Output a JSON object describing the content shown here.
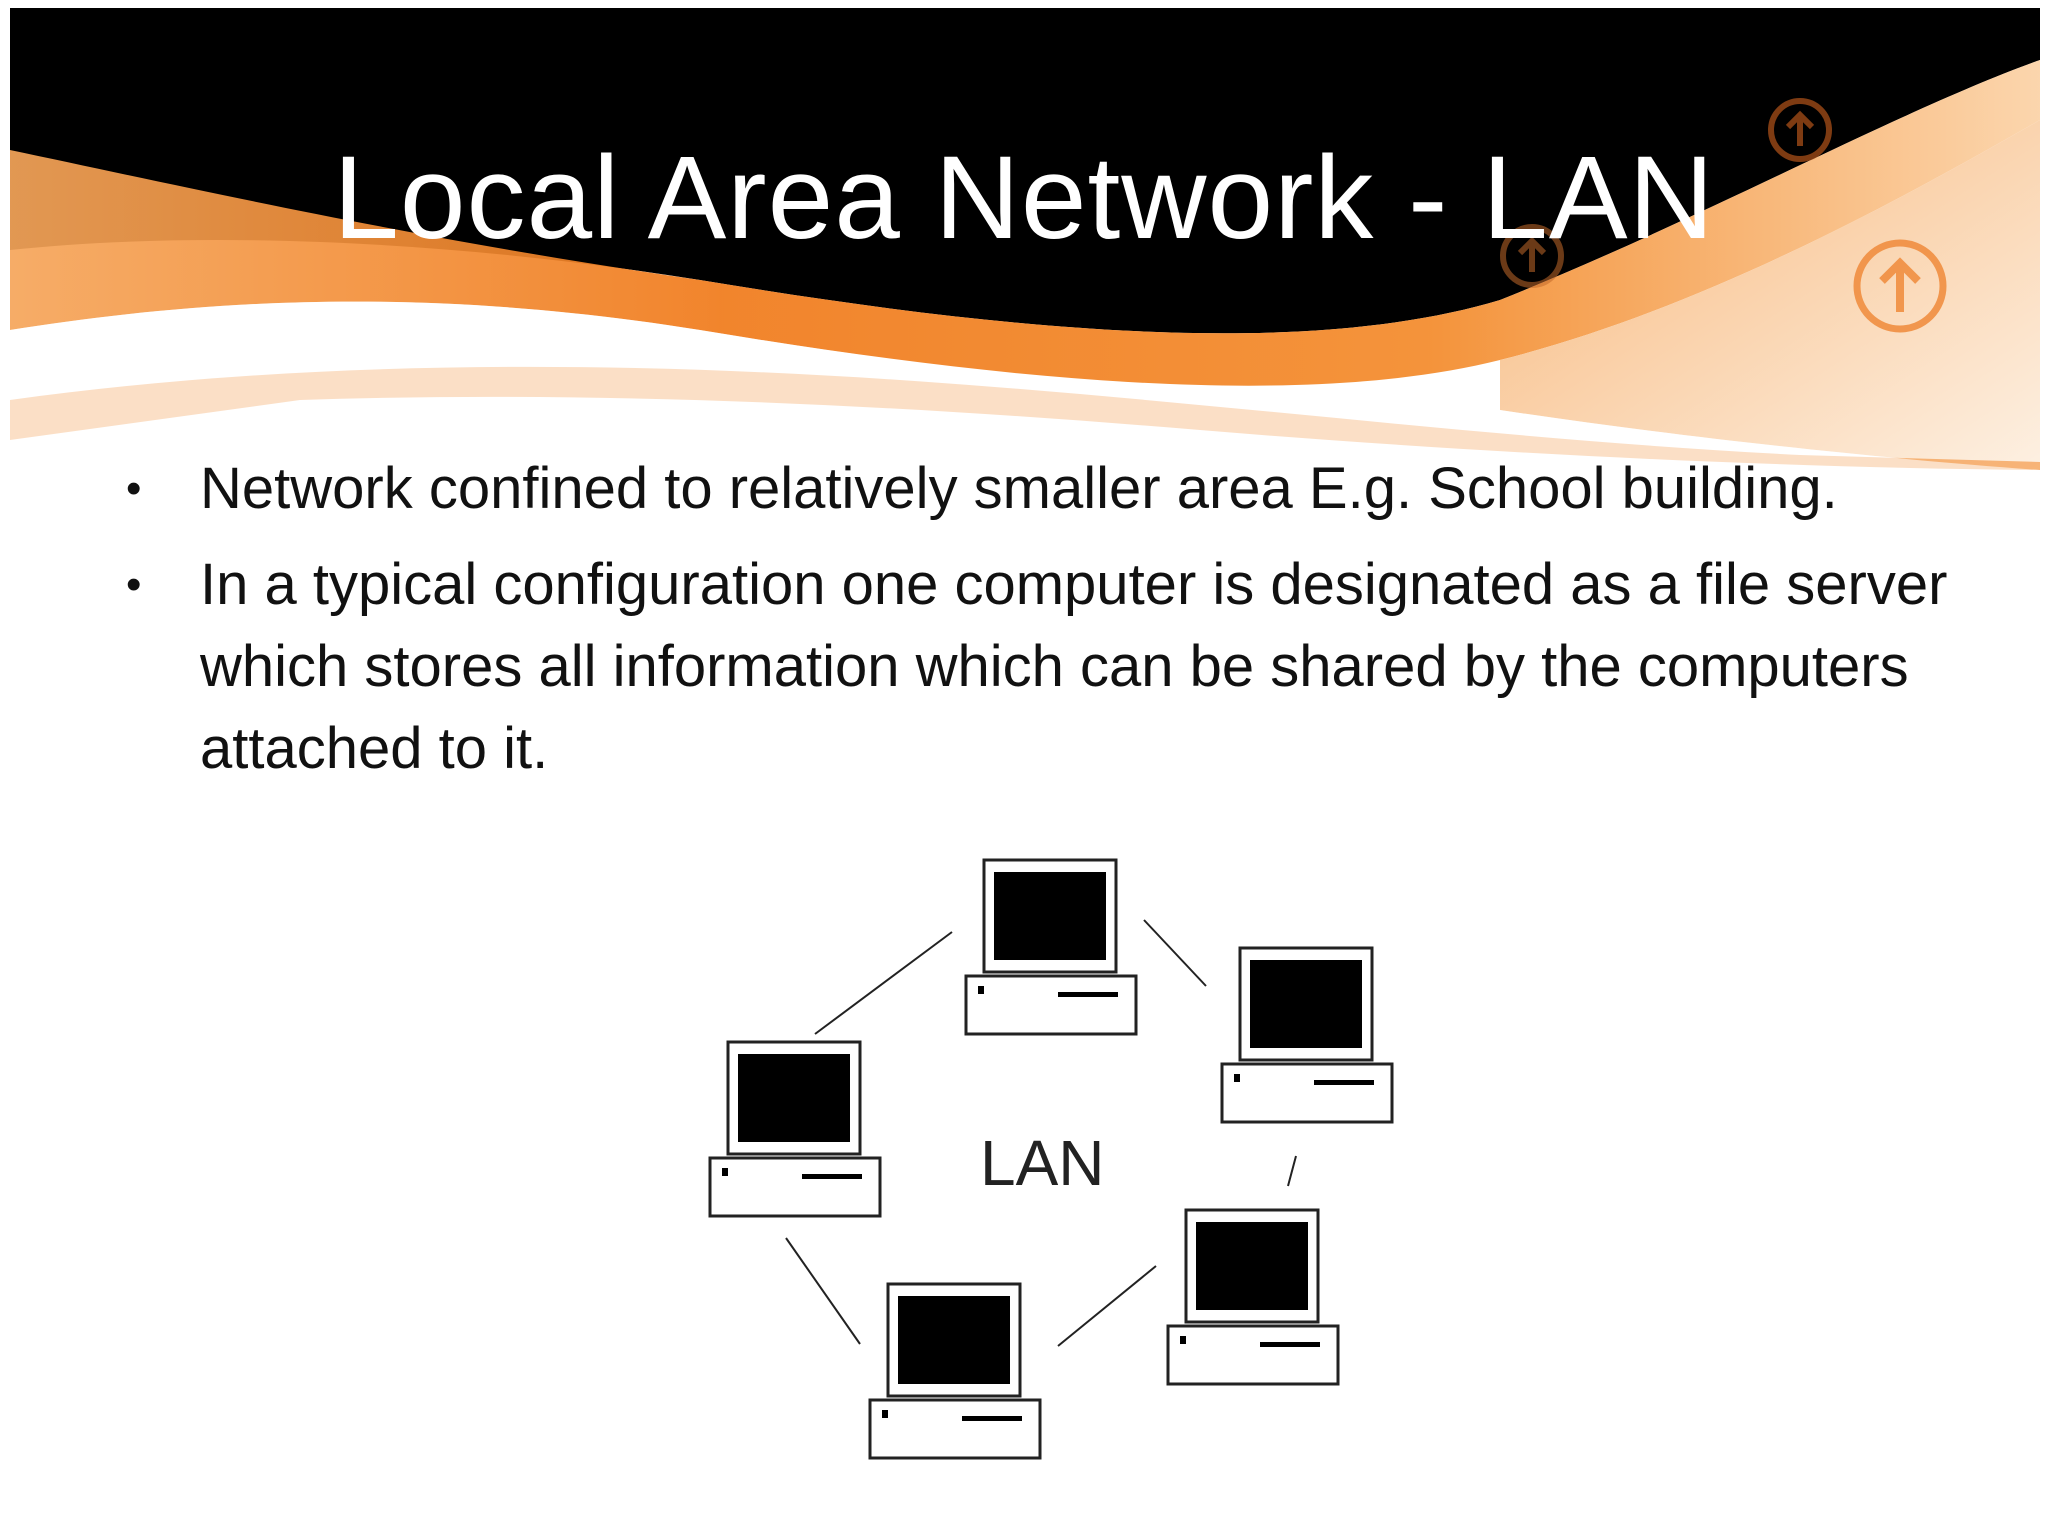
{
  "slide": {
    "title": "Local Area Network - LAN",
    "bullets": [
      "Network confined to relatively smaller area  E.g. School building.",
      "In a typical configuration one computer is designated as a file server which stores all information which can be shared by the computers attached to it."
    ],
    "diagram": {
      "label": "LAN",
      "computer_count": 5
    },
    "decorations": {
      "icons": [
        "up-arrow-circle-icon",
        "up-arrow-circle-icon",
        "up-arrow-circle-icon"
      ]
    },
    "colors": {
      "banner_dark": "#000000",
      "banner_orange": "#f07a1a",
      "text": "#111111",
      "title": "#ffffff"
    }
  }
}
